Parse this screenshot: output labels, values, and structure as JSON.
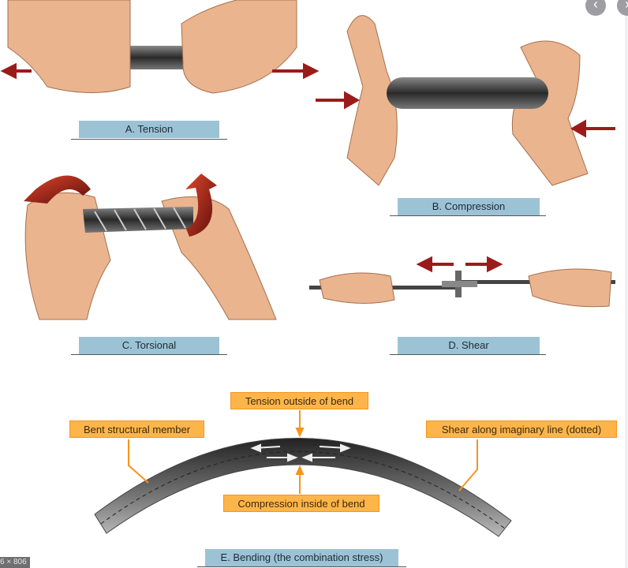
{
  "viewer": {
    "prev_icon": "‹",
    "next_icon": "›",
    "dimensions_badge": "6 × 806"
  },
  "diagram": {
    "labels": {
      "a": "A. Tension",
      "b": "B. Compression",
      "c": "C. Torsional",
      "d": "D. Shear",
      "e": "E. Bending (the combination stress)"
    },
    "callouts": {
      "tension_outside": "Tension outside of bend",
      "bent_member": "Bent structural member",
      "shear_line": "Shear along imaginary line (dotted)",
      "compression_inside": "Compression inside of bend"
    },
    "colors": {
      "arrow": "#9b1b1b",
      "label_bg": "#9cc3d5",
      "callout_bg": "#fdb54a",
      "callout_border": "#f7941d",
      "skin": "#e9b48e"
    }
  }
}
